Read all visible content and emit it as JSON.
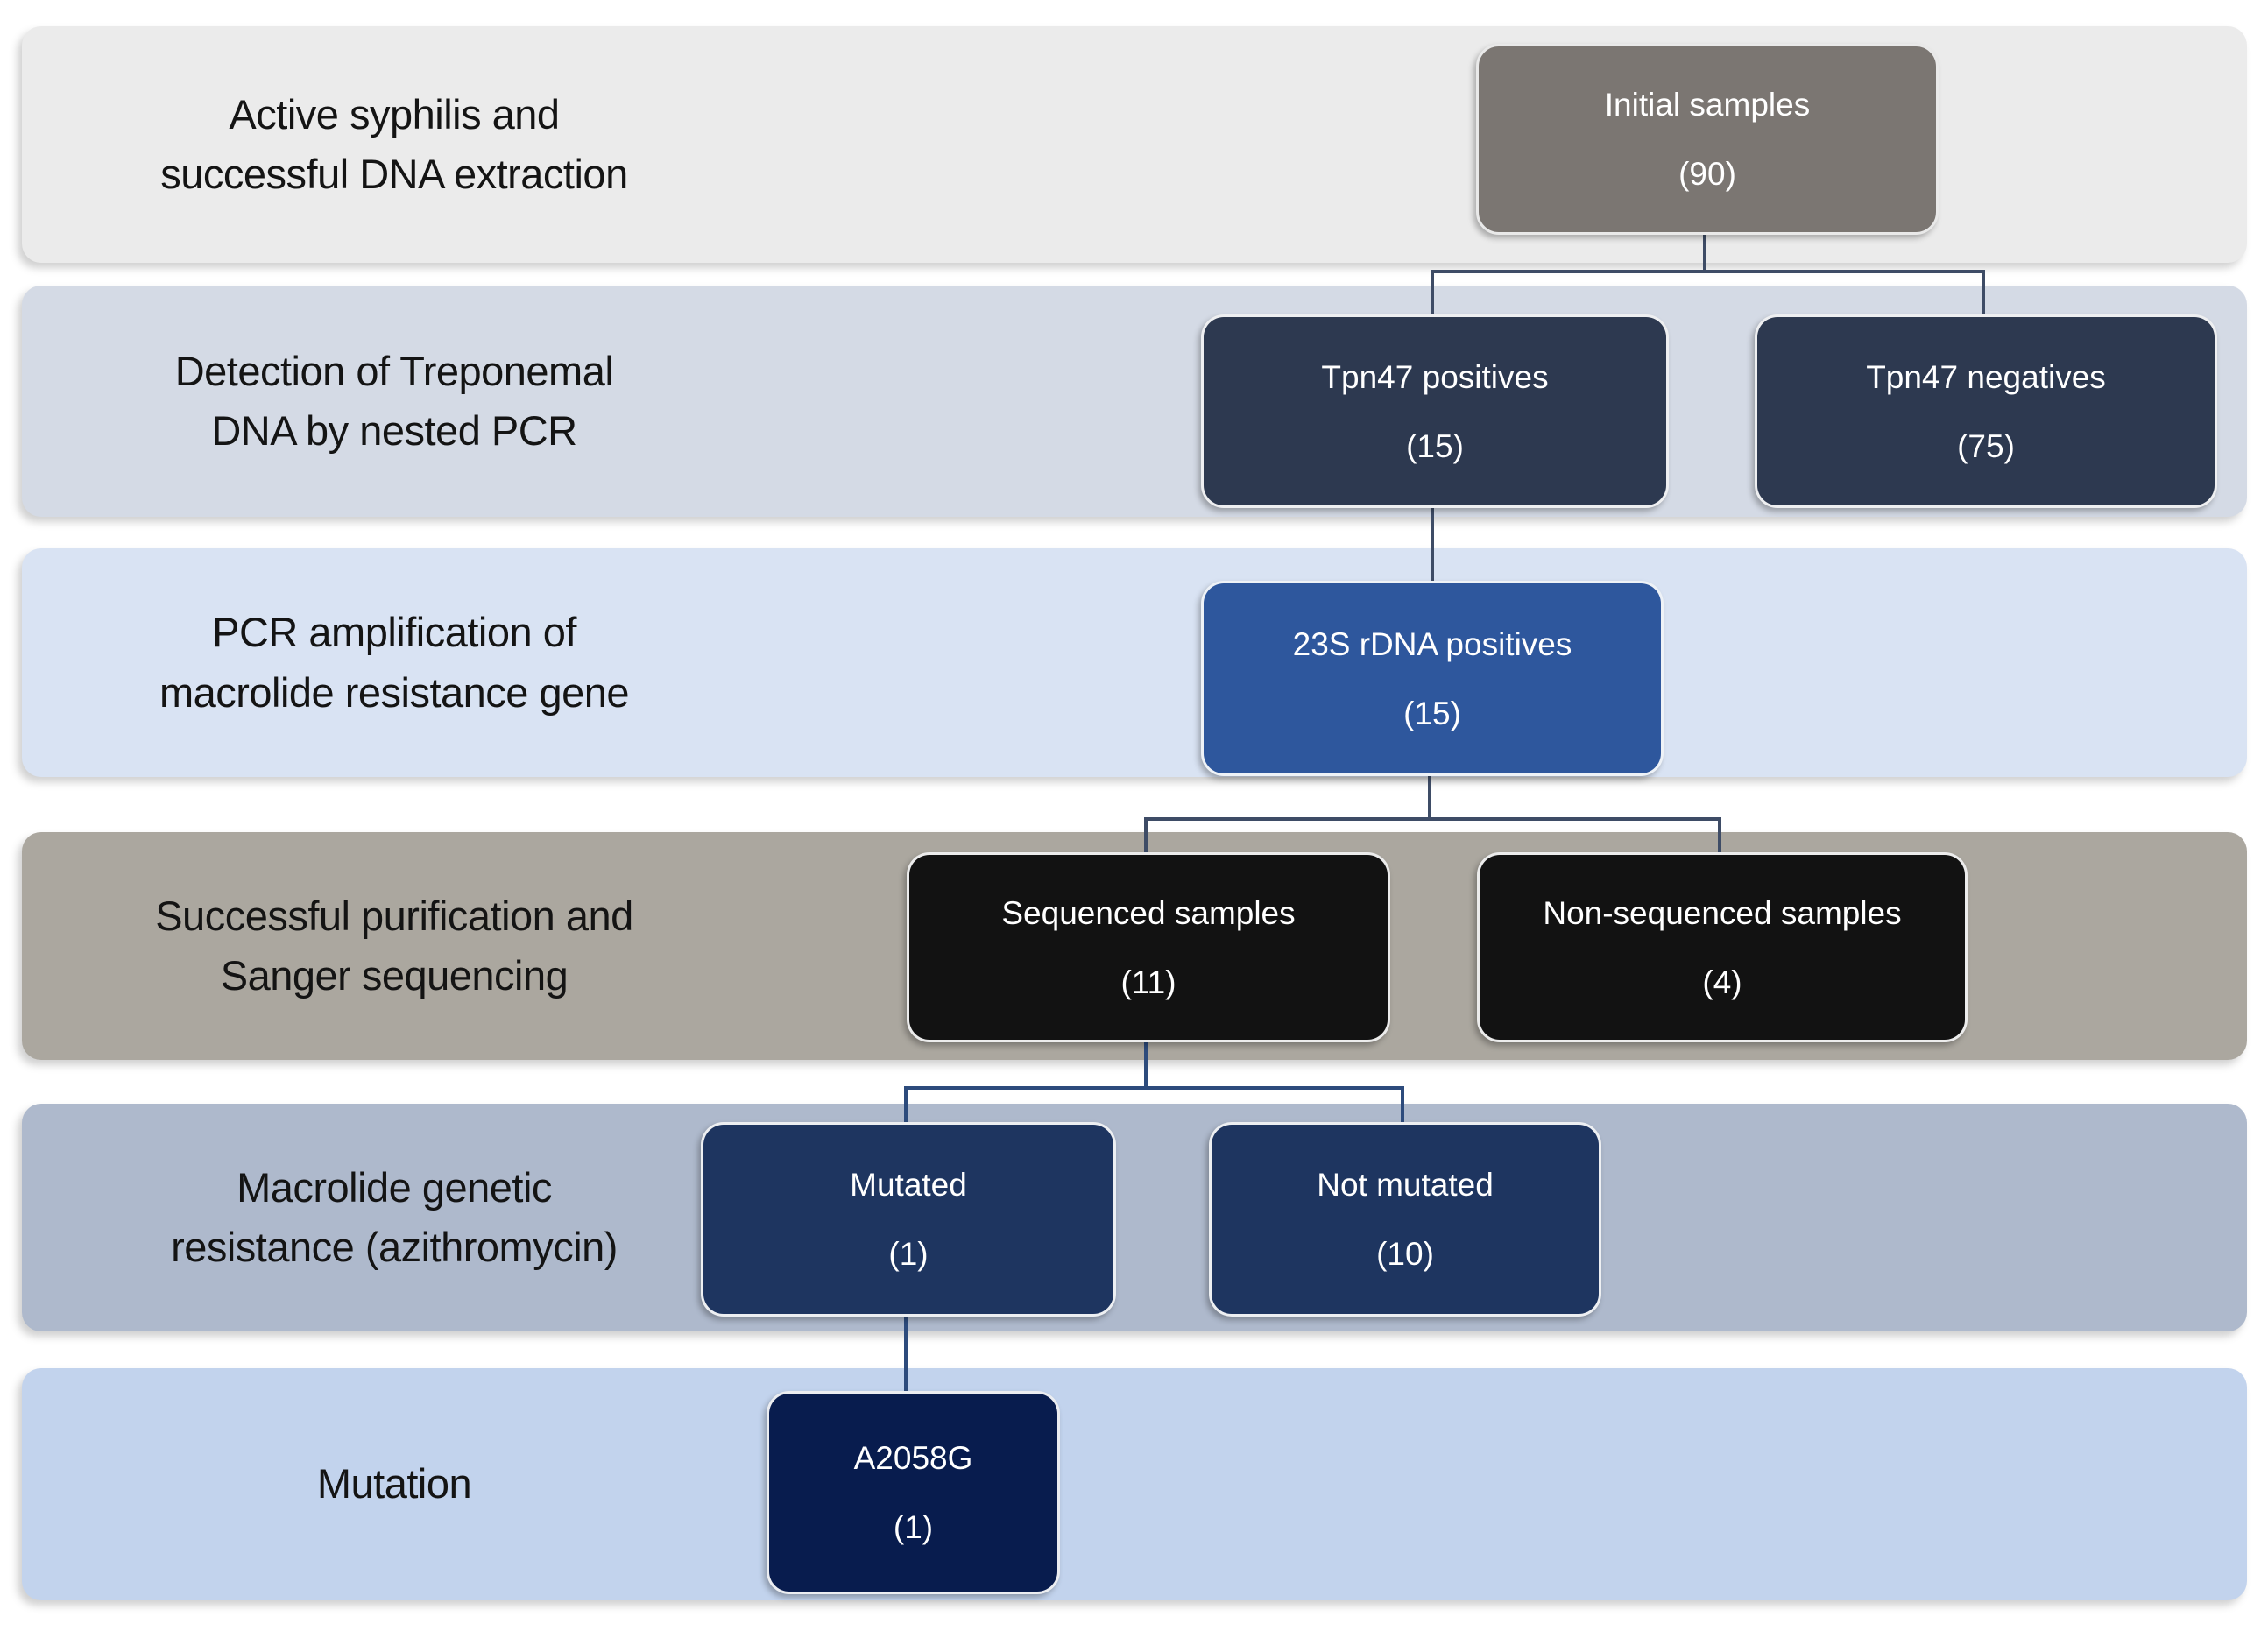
{
  "figure": {
    "type": "study-flow-diagram",
    "description": "Flowchart of syphilis sample processing from DNA extraction to macrolide resistance mutation detection"
  },
  "colors": {
    "page_bg": "#ffffff",
    "label_text": "#141414",
    "node_text": "#ffffff",
    "connector_dark": "#3e4c66",
    "connector_blue": "#2d4b7c",
    "node_border": "#f5f5f5"
  },
  "bands": [
    {
      "label": "Active syphilis and\nsuccessful DNA extraction",
      "bg": "#ebebeb"
    },
    {
      "label": "Detection of Treponemal\nDNA by nested PCR",
      "bg": "#d4dae5"
    },
    {
      "label": "PCR amplification of\nmacrolide resistance gene",
      "bg": "#d9e3f3"
    },
    {
      "label": "Successful purification and\nSanger sequencing",
      "bg": "#aba79f"
    },
    {
      "label": "Macrolide genetic\nresistance (azithromycin)",
      "bg": "#aeb9cc"
    },
    {
      "label": "Mutation",
      "bg": "#c2d3ed"
    }
  ],
  "nodes": {
    "initial": {
      "label": "Initial samples",
      "count": "(90)",
      "value": 90,
      "bg": "#7b7672"
    },
    "tpn47-positives": {
      "label": "Tpn47 positives",
      "count": "(15)",
      "value": 15,
      "bg": "#2d3950"
    },
    "tpn47-negatives": {
      "label": "Tpn47 negatives",
      "count": "(75)",
      "value": 75,
      "bg": "#2d3950"
    },
    "rdna-positives": {
      "label": "23S rDNA positives",
      "count": "(15)",
      "value": 15,
      "bg": "#2e579d"
    },
    "sequenced": {
      "label": "Sequenced samples",
      "count": "(11)",
      "value": 11,
      "bg": "#121212"
    },
    "non-sequenced": {
      "label": "Non-sequenced samples",
      "count": "(4)",
      "value": 4,
      "bg": "#121212"
    },
    "mutated": {
      "label": "Mutated",
      "count": "(1)",
      "value": 1,
      "bg": "#1e3560"
    },
    "not-mutated": {
      "label": "Not mutated",
      "count": "(10)",
      "value": 10,
      "bg": "#1e3560"
    },
    "a2058g": {
      "label": "A2058G",
      "count": "(1)",
      "value": 1,
      "bg": "#081c4e"
    }
  }
}
